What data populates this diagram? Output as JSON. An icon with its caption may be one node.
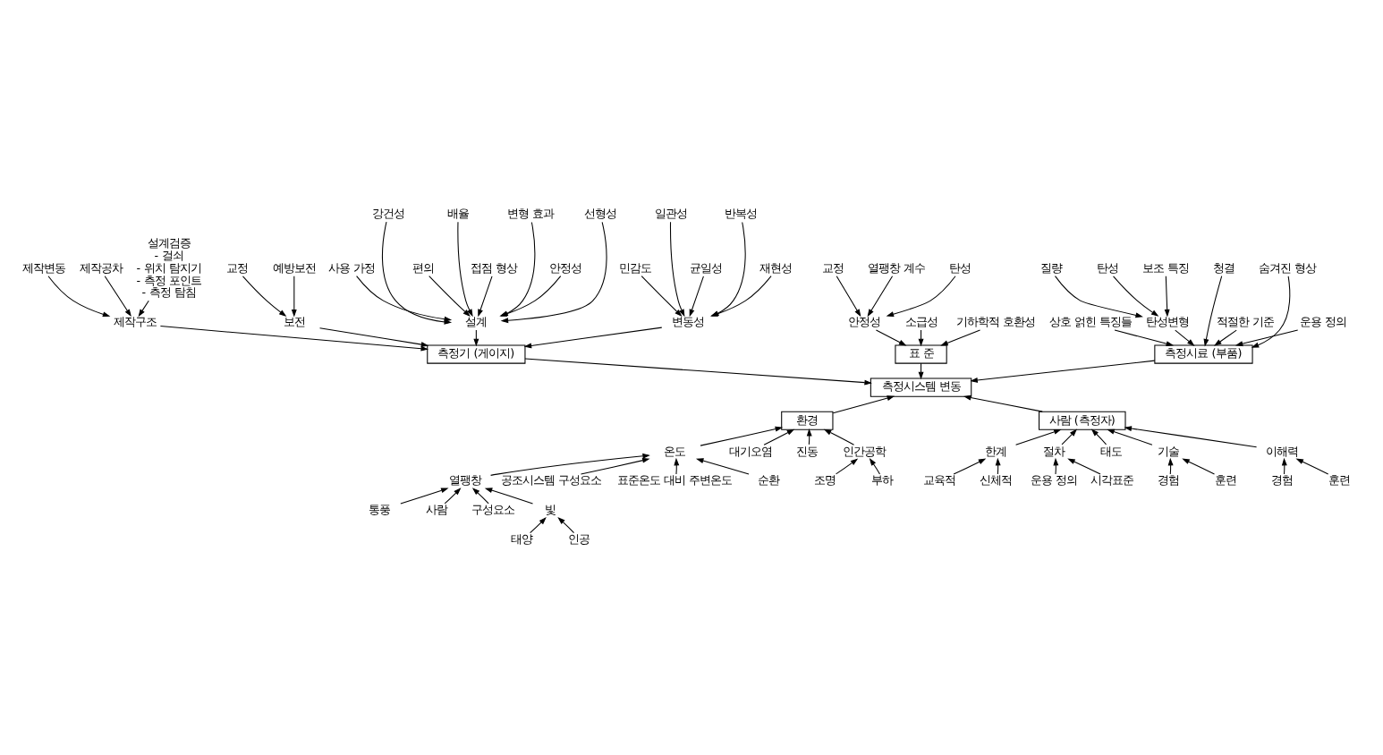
{
  "diagram": {
    "nodes": [
      {
        "text": [
          "측정시료 (부품)"
        ]
      },
      {
        "text": [
          "상호 얽힌 특징들"
        ]
      },
      {
        "text": [
          "탄성변형"
        ]
      },
      {
        "text": [
          "질량"
        ]
      },
      {
        "text": [
          "탄성"
        ]
      },
      {
        "text": [
          "보조 특징"
        ]
      },
      {
        "text": [
          "청결"
        ]
      },
      {
        "text": [
          "적절한 기준"
        ]
      },
      {
        "text": [
          "숨겨진 형상"
        ]
      },
      {
        "text": [
          "운용 정의"
        ]
      },
      {
        "text": [
          "측정기 (게이지)"
        ]
      },
      {
        "text": [
          "제작구조"
        ]
      },
      {
        "text": [
          "제작변동"
        ]
      },
      {
        "text": [
          "제작공차"
        ]
      },
      {
        "text": [
          "설계검증",
          "- 걸쇠",
          "- 위치 탐지기",
          "- 측정 포인트",
          "- 측정 탐침"
        ]
      },
      {
        "text": [
          "보전"
        ]
      },
      {
        "text": [
          "교정"
        ]
      },
      {
        "text": [
          "예방보전"
        ]
      },
      {
        "text": [
          "설계"
        ]
      },
      {
        "text": [
          "사용 가정"
        ]
      },
      {
        "text": [
          "강건성"
        ]
      },
      {
        "text": [
          "편의"
        ]
      },
      {
        "text": [
          "배율"
        ]
      },
      {
        "text": [
          "접점 형상"
        ]
      },
      {
        "text": [
          "변형 효과"
        ]
      },
      {
        "text": [
          "안정성"
        ]
      },
      {
        "text": [
          "선형성"
        ]
      },
      {
        "text": [
          "변동성"
        ]
      },
      {
        "text": [
          "민감도"
        ]
      },
      {
        "text": [
          "일관성"
        ]
      },
      {
        "text": [
          "균일성"
        ]
      },
      {
        "text": [
          "반복성"
        ]
      },
      {
        "text": [
          "재현성"
        ]
      },
      {
        "text": [
          "표 준"
        ]
      },
      {
        "text": [
          "안정성"
        ]
      },
      {
        "text": [
          "교정"
        ]
      },
      {
        "text": [
          "열팽창 계수"
        ]
      },
      {
        "text": [
          "탄성"
        ]
      },
      {
        "text": [
          "소급성"
        ]
      },
      {
        "text": [
          "기하학적 호환성"
        ]
      },
      {
        "text": [
          "측정시스템 변동"
        ]
      },
      {
        "text": [
          "환경"
        ]
      },
      {
        "text": [
          "온도"
        ]
      },
      {
        "text": [
          "열팽창"
        ]
      },
      {
        "text": [
          "통풍"
        ]
      },
      {
        "text": [
          "사람"
        ]
      },
      {
        "text": [
          "구성요소"
        ]
      },
      {
        "text": [
          "빛"
        ]
      },
      {
        "text": [
          "태양"
        ]
      },
      {
        "text": [
          "인공"
        ]
      },
      {
        "text": [
          "공조시스템 구성요소"
        ]
      },
      {
        "text": [
          "표준온도 대비 주변온도"
        ]
      },
      {
        "text": [
          "순환"
        ]
      },
      {
        "text": [
          "대기오염"
        ]
      },
      {
        "text": [
          "진동"
        ]
      },
      {
        "text": [
          "인간공학"
        ]
      },
      {
        "text": [
          "조명"
        ]
      },
      {
        "text": [
          "부하"
        ]
      },
      {
        "text": [
          "사람 (측정자)"
        ]
      },
      {
        "text": [
          "한계"
        ]
      },
      {
        "text": [
          "교육적"
        ]
      },
      {
        "text": [
          "신체적"
        ]
      },
      {
        "text": [
          "절차"
        ]
      },
      {
        "text": [
          "운용 정의"
        ]
      },
      {
        "text": [
          "시각표준"
        ]
      },
      {
        "text": [
          "태도"
        ]
      },
      {
        "text": [
          "기술"
        ]
      },
      {
        "text": [
          "경험"
        ]
      },
      {
        "text": [
          "훈련"
        ]
      },
      {
        "text": [
          "이해력"
        ]
      },
      {
        "text": [
          "경험"
        ]
      },
      {
        "text": [
          "훈련"
        ]
      }
    ],
    "edges": [
      {
        "from": 0,
        "to": 40,
        "arrow": "to"
      },
      {
        "from": 1,
        "to": 0,
        "arrow": "to"
      },
      {
        "from": 2,
        "to": 0,
        "arrow": "to"
      },
      {
        "from": 3,
        "to": 2,
        "arrow": "to"
      },
      {
        "from": 4,
        "to": 2,
        "arrow": "to"
      },
      {
        "from": 5,
        "to": 2,
        "arrow": "to"
      },
      {
        "from": 6,
        "to": 0,
        "arrow": "to"
      },
      {
        "from": 7,
        "to": 0,
        "arrow": "to"
      },
      {
        "from": 8,
        "to": 0,
        "arrow": "to"
      },
      {
        "from": 9,
        "to": 0,
        "arrow": "to"
      },
      {
        "from": 10,
        "to": 40,
        "arrow": "to"
      },
      {
        "from": 11,
        "to": 10,
        "arrow": "to"
      },
      {
        "from": 12,
        "to": 11,
        "arrow": "to"
      },
      {
        "from": 13,
        "to": 11,
        "arrow": "to"
      },
      {
        "from": 14,
        "to": 11,
        "arrow": "to"
      },
      {
        "from": 15,
        "to": 10,
        "arrow": "to"
      },
      {
        "from": 16,
        "to": 15,
        "arrow": "to"
      },
      {
        "from": 17,
        "to": 15,
        "arrow": "to"
      },
      {
        "from": 18,
        "to": 10,
        "arrow": "to"
      },
      {
        "from": 19,
        "to": 18,
        "arrow": "to"
      },
      {
        "from": 20,
        "to": 18,
        "arrow": "to"
      },
      {
        "from": 21,
        "to": 18,
        "arrow": "to"
      },
      {
        "from": 22,
        "to": 18,
        "arrow": "to"
      },
      {
        "from": 23,
        "to": 18,
        "arrow": "to"
      },
      {
        "from": 24,
        "to": 18,
        "arrow": "to"
      },
      {
        "from": 25,
        "to": 18,
        "arrow": "to"
      },
      {
        "from": 26,
        "to": 18,
        "arrow": "to"
      },
      {
        "from": 27,
        "to": 10,
        "arrow": "to"
      },
      {
        "from": 28,
        "to": 27,
        "arrow": "to"
      },
      {
        "from": 29,
        "to": 27,
        "arrow": "to"
      },
      {
        "from": 30,
        "to": 27,
        "arrow": "to"
      },
      {
        "from": 31,
        "to": 27,
        "arrow": "to"
      },
      {
        "from": 32,
        "to": 27,
        "arrow": "to"
      },
      {
        "from": 33,
        "to": 40,
        "arrow": "to"
      },
      {
        "from": 34,
        "to": 33,
        "arrow": "to"
      },
      {
        "from": 35,
        "to": 34,
        "arrow": "to"
      },
      {
        "from": 36,
        "to": 34,
        "arrow": "to"
      },
      {
        "from": 37,
        "to": 34,
        "arrow": "to"
      },
      {
        "from": 38,
        "to": 33,
        "arrow": "to"
      },
      {
        "from": 39,
        "to": 33,
        "arrow": "to"
      },
      {
        "from": 41,
        "to": 40,
        "arrow": "to"
      },
      {
        "from": 42,
        "to": 41,
        "arrow": "to"
      },
      {
        "from": 43,
        "to": 42,
        "arrow": "to"
      },
      {
        "from": 44,
        "to": 43,
        "arrow": "to"
      },
      {
        "from": 45,
        "to": 43,
        "arrow": "to"
      },
      {
        "from": 46,
        "to": 43,
        "arrow": "to"
      },
      {
        "from": 47,
        "to": 43,
        "arrow": "to"
      },
      {
        "from": 48,
        "to": 47,
        "arrow": "to"
      },
      {
        "from": 49,
        "to": 47,
        "arrow": "to"
      },
      {
        "from": 50,
        "to": 42,
        "arrow": "to"
      },
      {
        "from": 51,
        "to": 42,
        "arrow": "to"
      },
      {
        "from": 52,
        "to": 42,
        "arrow": "to"
      },
      {
        "from": 53,
        "to": 41,
        "arrow": "to"
      },
      {
        "from": 54,
        "to": 41,
        "arrow": "to"
      },
      {
        "from": 55,
        "to": 41,
        "arrow": "to"
      },
      {
        "from": 56,
        "to": 55,
        "arrow": "to"
      },
      {
        "from": 57,
        "to": 55,
        "arrow": "to"
      },
      {
        "from": 58,
        "to": 40,
        "arrow": "to"
      },
      {
        "from": 59,
        "to": 58,
        "arrow": "to"
      },
      {
        "from": 60,
        "to": 59,
        "arrow": "to"
      },
      {
        "from": 61,
        "to": 59,
        "arrow": "to"
      },
      {
        "from": 62,
        "to": 58,
        "arrow": "to"
      },
      {
        "from": 63,
        "to": 62,
        "arrow": "to"
      },
      {
        "from": 64,
        "to": 62,
        "arrow": "to"
      },
      {
        "from": 65,
        "to": 58,
        "arrow": "to"
      },
      {
        "from": 66,
        "to": 58,
        "arrow": "to"
      },
      {
        "from": 67,
        "to": 66,
        "arrow": "to"
      },
      {
        "from": 68,
        "to": 66,
        "arrow": "to"
      },
      {
        "from": 69,
        "to": 58,
        "arrow": "to"
      },
      {
        "from": 70,
        "to": 69,
        "arrow": "to"
      },
      {
        "from": 71,
        "to": 69,
        "arrow": "to"
      }
    ]
  }
}
